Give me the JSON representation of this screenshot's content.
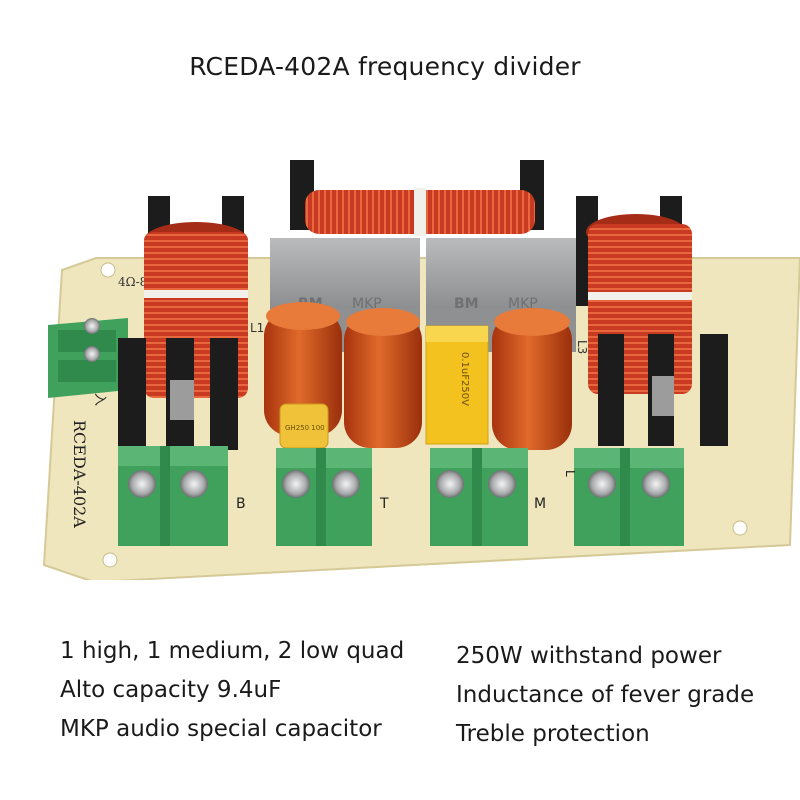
{
  "title": "RCEDA-402A frequency divider",
  "board": {
    "model_print": "RCEDA-402A",
    "input_print": "输入",
    "impedance_print": "4Ω-8Ω",
    "terminal_labels": [
      "B",
      "T",
      "M",
      "L"
    ],
    "coil_labels": [
      "L1",
      "L3"
    ],
    "capacitor_brand": "BM",
    "capacitor_type": "MKP",
    "small_cap_print": "GH250 100",
    "yellow_cap_print": "0.1uF250V"
  },
  "features_left": [
    "1 high, 1 medium, 2 low quad",
    "Alto capacity 9.4uF",
    "MKP audio special capacitor"
  ],
  "features_right": [
    "250W withstand power",
    "Inductance of fever grade",
    "Treble protection"
  ],
  "colors": {
    "pcb": "#efe6bd",
    "copper": "#d8452a",
    "terminal_green": "#3fa15c",
    "capacitor_gray": "#9b9d9f",
    "capacitor_orange": "#d45b1b",
    "capacitor_yellow": "#f3c21f"
  }
}
